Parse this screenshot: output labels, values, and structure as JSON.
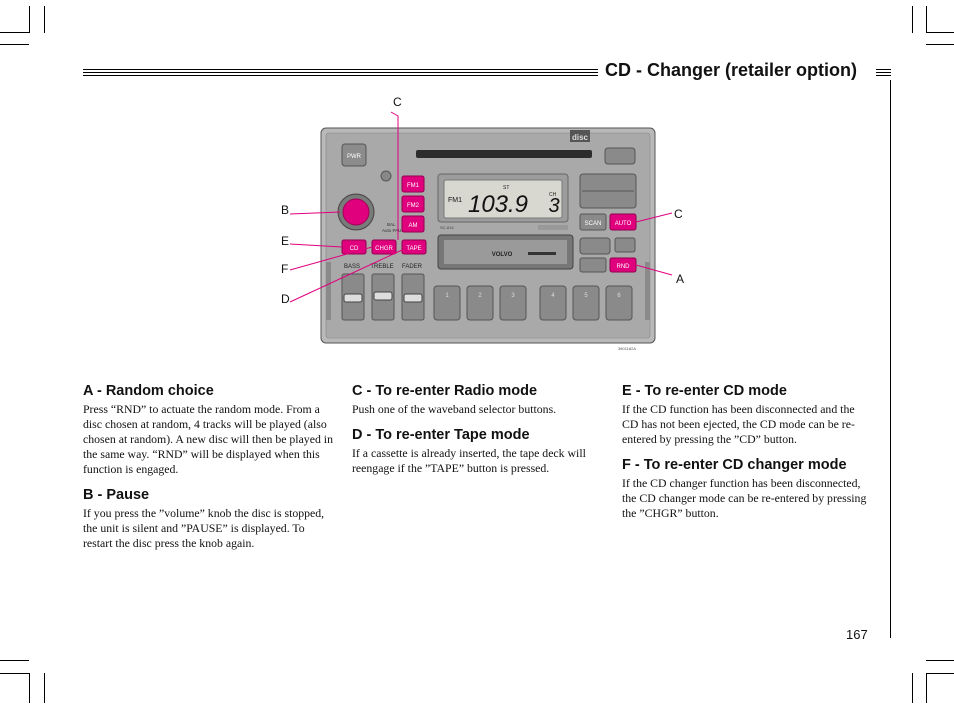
{
  "header": {
    "title": "CD - Changer (retailer option)"
  },
  "figure": {
    "callouts": {
      "a": "A",
      "b": "B",
      "c_top": "C",
      "c_right": "C",
      "d": "D",
      "e": "E",
      "f": "F"
    },
    "radio": {
      "pwr": "PWR",
      "fm1": "FM1",
      "fm2": "FM2",
      "am": "AM",
      "cd": "CD",
      "chgr": "CHGR",
      "tape": "TAPE",
      "bass": "BASS",
      "treble": "TREBLE",
      "fader": "FADER",
      "scan": "SCAN",
      "auto": "AUTO",
      "rnd": "RND",
      "display_band": "FM1",
      "display_freq": "103.9",
      "display_ch": "3",
      "display_st": "ST",
      "display_ch_label": "CH",
      "brand": "VOLVO",
      "model": "SC-815",
      "presets": [
        "1",
        "2",
        "3",
        "4",
        "5",
        "6"
      ]
    },
    "code": "3801182A"
  },
  "col1": {
    "a_title": "A - Random choice",
    "a_text": "Press “RND” to actuate the random mode. From a disc chosen at random, 4 tracks will be played (also chosen at random). A new disc will then be played in the same way. “RND” will be displayed when this function is engaged.",
    "b_title": "B - Pause",
    "b_text": "If you press the ”volume” knob the disc is stopped, the unit is silent and ”PAUSE” is displayed. To restart the disc press the knob again."
  },
  "col2": {
    "c_title": "C - To re-enter Radio mode",
    "c_text": "Push one of the waveband selector buttons.",
    "d_title": "D - To re-enter Tape mode",
    "d_text": "If a cassette is already inserted, the tape deck will reengage if the ”TAPE” button is pressed."
  },
  "col3": {
    "e_title": "E - To re-enter CD mode",
    "e_text": "If the CD function has been disconnected and the CD has not been ejected, the CD mode can be re-entered by pressing the ”CD” button.",
    "f_title": "F - To re-enter CD changer mode",
    "f_text": "If the CD changer function has been disconnected, the CD changer mode can be re-entered by pressing the ”CHGR” button."
  },
  "footer": {
    "page": "167"
  }
}
